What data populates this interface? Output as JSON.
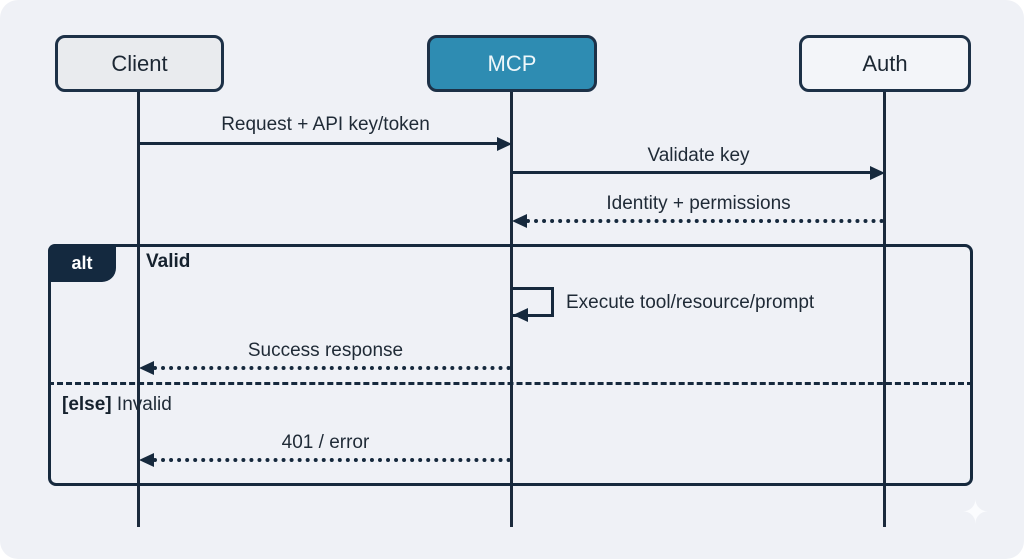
{
  "diagram": {
    "type": "sequence-diagram",
    "actors": [
      {
        "id": "client",
        "label": "Client"
      },
      {
        "id": "mcp",
        "label": "MCP"
      },
      {
        "id": "auth",
        "label": "Auth"
      }
    ],
    "messages": [
      {
        "from": "Client",
        "to": "MCP",
        "style": "solid",
        "label": "Request + API key/token"
      },
      {
        "from": "MCP",
        "to": "Auth",
        "style": "solid",
        "label": "Validate key"
      },
      {
        "from": "Auth",
        "to": "MCP",
        "style": "dotted",
        "label": "Identity + permissions"
      },
      {
        "from": "MCP",
        "to": "MCP",
        "style": "self",
        "label": "Execute tool/resource/prompt"
      },
      {
        "from": "MCP",
        "to": "Client",
        "style": "dotted",
        "label": "Success response"
      },
      {
        "from": "MCP",
        "to": "Client",
        "style": "dotted",
        "label": "401 / error"
      }
    ],
    "alt_frame": {
      "operator": "alt",
      "condition_valid": "Valid",
      "else_operator": "[else]",
      "condition_invalid": "Invalid"
    },
    "colors": {
      "background": "#eff1f6",
      "line": "#16293d",
      "mcp_fill": "#2e8cb2",
      "client_fill": "#e9ebee",
      "auth_fill": "#f3f5f9",
      "alt_badge_fill": "#14293f"
    },
    "sparkle_icon": "✦"
  }
}
